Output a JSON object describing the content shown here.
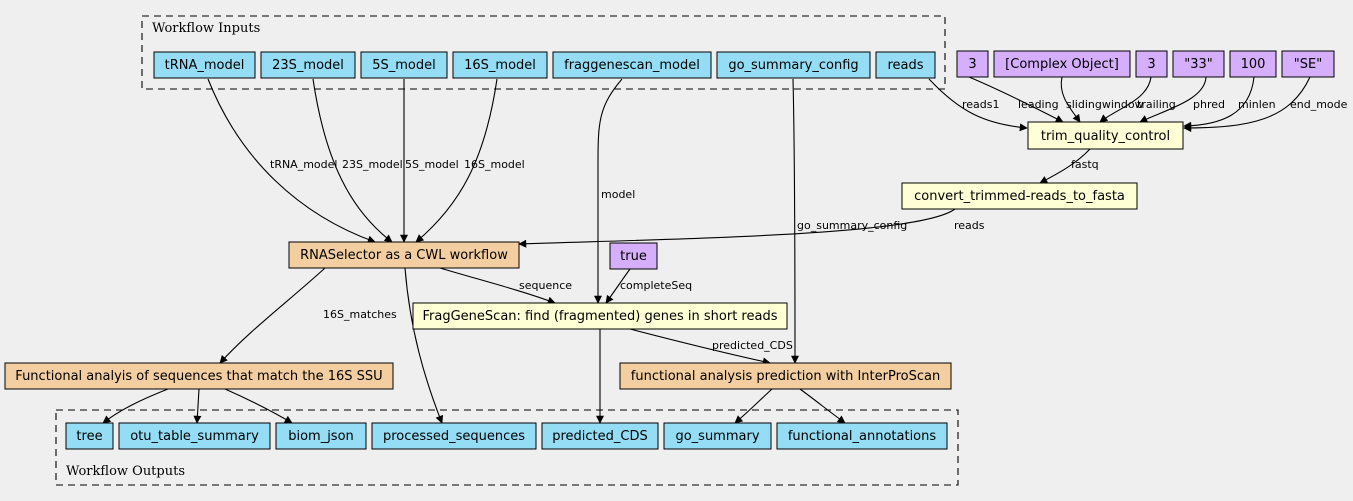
{
  "colors": {
    "background": "#efefef",
    "input": "#94ddf4",
    "output": "#94ddf4",
    "default": "#d5aefc",
    "tool": "#ffffd6",
    "subworkflow": "#f3cea1",
    "line": "#000000"
  },
  "clusters": {
    "inputs_label": "Workflow Inputs",
    "outputs_label": "Workflow Outputs"
  },
  "inputs": {
    "trna_model": "tRNA_model",
    "model_23s": "23S_model",
    "model_5s": "5S_model",
    "model_16s": "16S_model",
    "fraggenescan_model": "fraggenescan_model",
    "go_summary_config": "go_summary_config",
    "reads": "reads"
  },
  "defaults": {
    "leading_value": "3",
    "sliding_value": "[Complex Object]",
    "trailing_value": "3",
    "phred_value": "\"33\"",
    "minlen_value": "100",
    "end_mode_value": "\"SE\"",
    "complete_seq_value": "true"
  },
  "steps": {
    "trim_quality_control": "trim_quality_control",
    "convert_reads": "convert_trimmed-reads_to_fasta",
    "rna_selector": "RNASelector as a CWL workflow",
    "fraggenescan": "FragGeneScan: find (fragmented) genes in short reads",
    "functional_16s": "Functional analyis of sequences that match the 16S SSU",
    "interproscan": "functional analysis prediction with InterProScan"
  },
  "outputs": {
    "tree": "tree",
    "otu_table_summary": "otu_table_summary",
    "biom_json": "biom_json",
    "processed_sequences": "processed_sequences",
    "predicted_cds": "predicted_CDS",
    "go_summary": "go_summary",
    "functional_annotations": "functional_annotations"
  },
  "edge_labels": {
    "reads1": "reads1",
    "leading": "leading",
    "slidingwindow": "slidingwindow",
    "trailing": "trailing",
    "phred": "phred",
    "minlen": "minlen",
    "end_mode": "end_mode",
    "fastq": "fastq",
    "reads": "reads",
    "trna_model": "tRNA_model",
    "model_23s": "23S_model",
    "model_5s": "5S_model",
    "model_16s": "16S_model",
    "model": "model",
    "go_summary_config": "go_summary_config",
    "sequence": "sequence",
    "complete_seq": "completeSeq",
    "matches_16s": "16S_matches",
    "predicted_cds": "predicted_CDS"
  }
}
